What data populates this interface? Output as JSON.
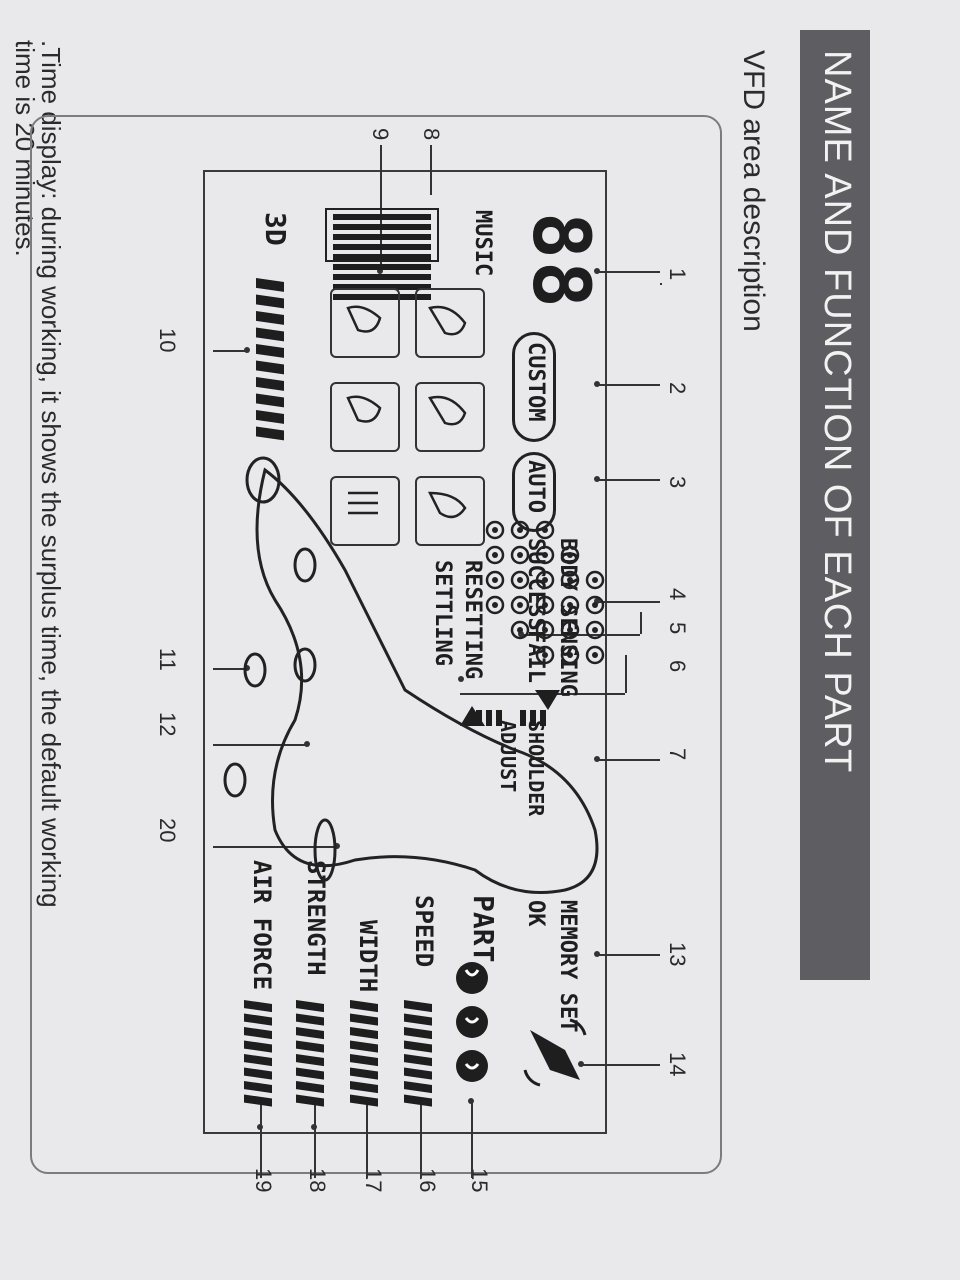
{
  "header": {
    "title": "NAME AND FUNCTION OF EACH PART",
    "subtitle": "VFD area description"
  },
  "caption": {
    "line1": ".Time display: during working, it shows the surplus time, the default working",
    "line2": "time is 20 minutes."
  },
  "display": {
    "digits": "88",
    "music": "MUSIC",
    "three_d": "3D",
    "custom": "CUSTOM",
    "auto": "AUTO",
    "body_sensing": "BODY SENSING",
    "success": "SUCCESS",
    "fail": "FAIL",
    "resetting": "RESETTING",
    "settling": "SETTLING",
    "shoulder": "SHOULDER",
    "adjust": "ADJUST",
    "memory_set": "MEMORY SET",
    "ok": "OK",
    "part": "PART",
    "speed": "SPEED",
    "width": "WIDTH",
    "strength": "STRENGTH",
    "air_force": "AIR FORCE"
  },
  "callouts": [
    "1",
    "2",
    "3",
    "4",
    "5",
    "6",
    "7",
    "8",
    "9",
    "10",
    "11",
    "12",
    "13",
    "14",
    "15",
    "16",
    "17",
    "18",
    "19",
    "20"
  ],
  "icons": [
    "hand-knead-icon",
    "hand-roll-icon",
    "hand-tap-icon",
    "hand-knock-icon",
    "hand-shiatsu-icon",
    "legs-air-icon",
    "hand-vibrate-icon",
    "hand-press-icon"
  ],
  "meters": {
    "music_level": 1.0,
    "three_d_level": 1.0,
    "speed_level": 1.0,
    "width_level": 1.0,
    "strength_level": 1.0,
    "air_force_level": 1.0
  }
}
